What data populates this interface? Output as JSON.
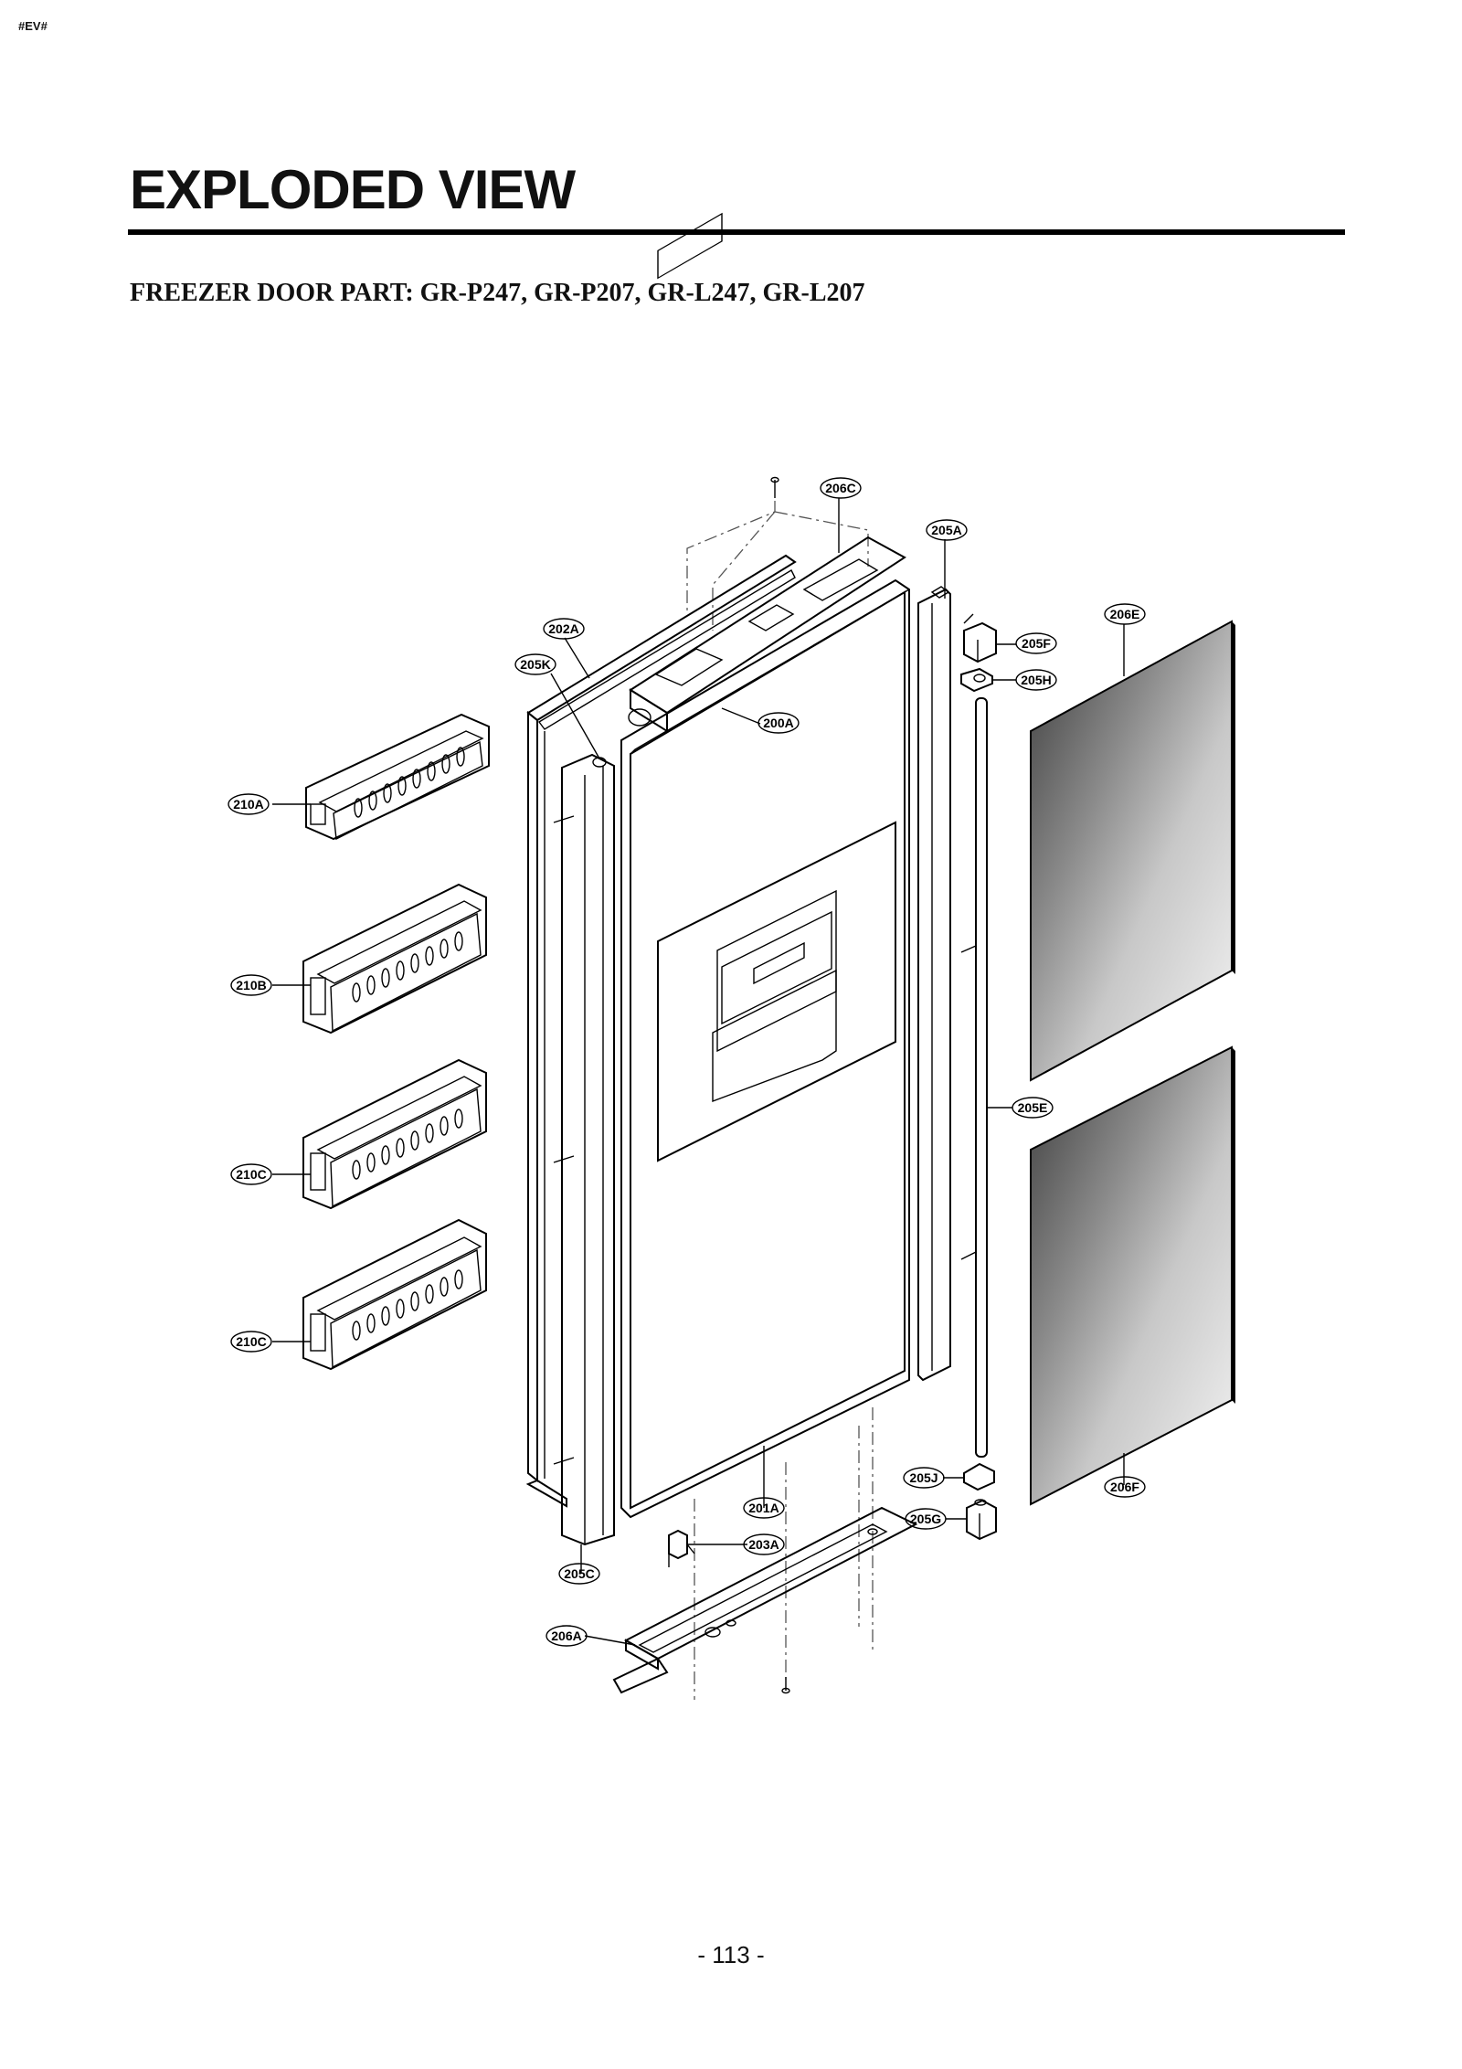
{
  "header": {
    "corner_code": "#EV#",
    "title": "EXPLODED VIEW"
  },
  "subtitle": "FREEZER DOOR PART: GR-P247, GR-P207, GR-L247, GR-L207",
  "callouts": {
    "c206C": "206C",
    "c205A": "205A",
    "c206E": "206E",
    "c202A": "202A",
    "c205F": "205F",
    "c205K": "205K",
    "c205H": "205H",
    "c200A": "200A",
    "c210A": "210A",
    "c210B": "210B",
    "c205E": "205E",
    "c210C_1": "210C",
    "c210C_2": "210C",
    "c205J": "205J",
    "c206F": "206F",
    "c201A": "201A",
    "c205G": "205G",
    "c203A": "203A",
    "c205C": "205C",
    "c206A": "206A"
  },
  "footer": {
    "page_number": "- 113 -"
  }
}
